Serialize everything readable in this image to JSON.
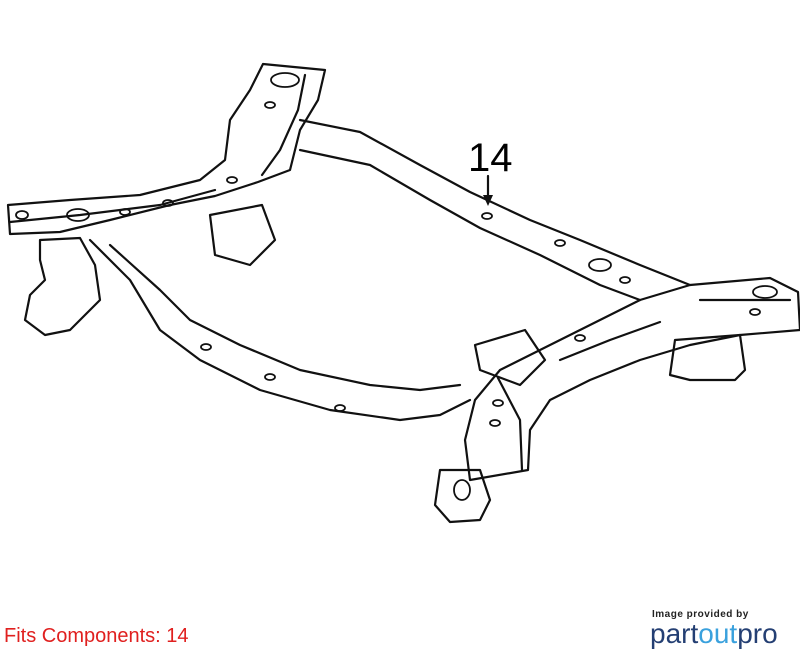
{
  "diagram": {
    "callouts": [
      {
        "label": "14"
      }
    ]
  },
  "footer": {
    "fits_components": "Fits Components: 14",
    "credit_text": "Image provided by",
    "brand_part": "part",
    "brand_out": "out",
    "brand_pro": "pro"
  },
  "colors": {
    "footer_text": "#e0201f",
    "brand_dark": "#243f73",
    "brand_accent": "#3aa1dd"
  }
}
